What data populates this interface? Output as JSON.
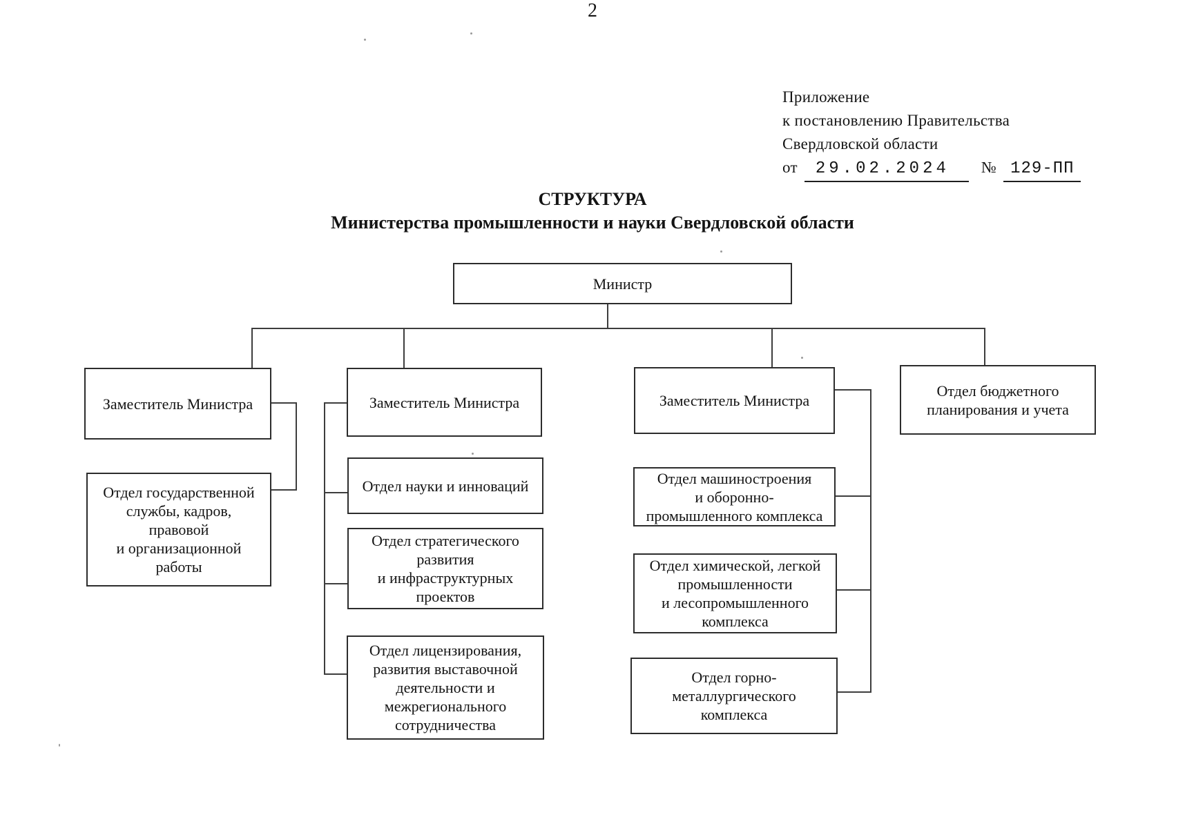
{
  "page": {
    "number": "2"
  },
  "appendix": {
    "line1": "Приложение",
    "line2": "к постановлению Правительства",
    "line3": "Свердловской области",
    "date_prefix": "от",
    "date_value": "29.02.2024",
    "number_sign": "№",
    "number_value": "129-ПП"
  },
  "title": {
    "line1": "СТРУКТУРА",
    "line2": "Министерства промышленности и науки Свердловской области"
  },
  "chart": {
    "type": "org-structure",
    "minister": {
      "label": "Министр"
    },
    "deputy1": {
      "label": "Заместитель Министра"
    },
    "deputy2": {
      "label": "Заместитель Министра"
    },
    "deputy3": {
      "label": "Заместитель Министра"
    },
    "budget_dept": {
      "label": "Отдел бюджетного\nпланирования и учета"
    },
    "dept_civil_service": {
      "label": "Отдел государственной\nслужбы, кадров,\nправовой\nи организационной\nработы"
    },
    "dept_science": {
      "label": "Отдел науки и инноваций"
    },
    "dept_strategic": {
      "label": "Отдел стратегического\nразвития\nи инфраструктурных\nпроектов"
    },
    "dept_licensing": {
      "label": "Отдел лицензирования,\nразвития выставочной\nдеятельности и\nмежрегионального\nсотрудничества"
    },
    "dept_machinery": {
      "label": "Отдел машиностроения\nи оборонно-\nпромышленного комплекса"
    },
    "dept_chemical": {
      "label": "Отдел химической, легкой\nпромышленности\nи лесопромышленного\nкомплекса"
    },
    "dept_mining": {
      "label": "Отдел горно-\nметаллургического\nкомплекса"
    }
  }
}
